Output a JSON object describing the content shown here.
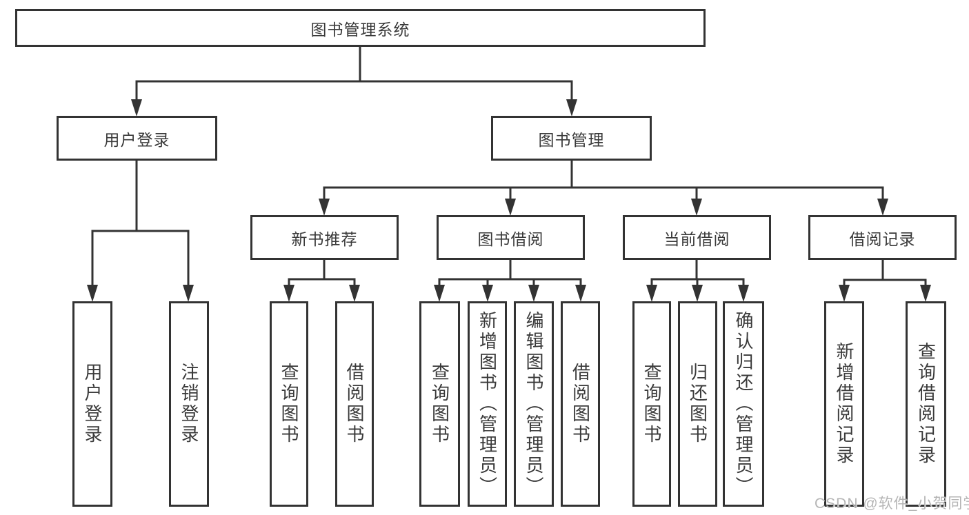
{
  "tree": {
    "root": "图书管理系统",
    "children": [
      {
        "label": "用户登录",
        "children": [
          "用户登录",
          "注销登录"
        ]
      },
      {
        "label": "图书管理",
        "children": [
          {
            "label": "新书推荐",
            "children": [
              "查询图书",
              "借阅图书"
            ]
          },
          {
            "label": "图书借阅",
            "children": [
              "查询图书",
              "新增图书（管理员）",
              "编辑图书（管理员）",
              "借阅图书"
            ]
          },
          {
            "label": "当前借阅",
            "children": [
              "查询图书",
              "归还图书",
              "确认归还（管理员）"
            ]
          },
          {
            "label": "借阅记录",
            "children": [
              "新增借阅记录",
              "查询借阅记录"
            ]
          }
        ]
      }
    ]
  },
  "watermark": {
    "text": "CSDN @软件_小贺同学"
  },
  "colors": {
    "line": "#333333",
    "text": "#3a3a3a",
    "watermark": "#b5b5b5",
    "background": "#ffffff"
  }
}
